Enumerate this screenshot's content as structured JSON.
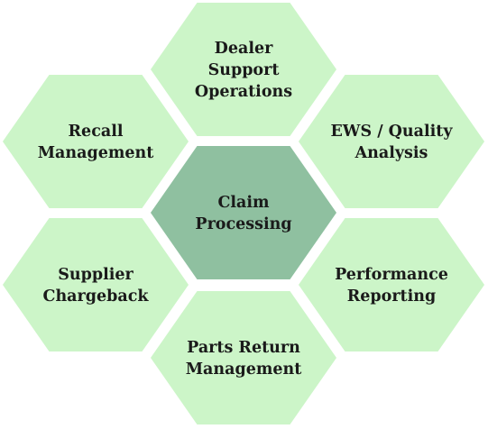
{
  "diagram": {
    "center": {
      "lines": [
        "Claim",
        "Processing"
      ]
    },
    "nodes": [
      {
        "id": "dealer-support-operations",
        "lines": [
          "Dealer",
          "Support",
          "Operations"
        ]
      },
      {
        "id": "recall-management",
        "lines": [
          "Recall",
          "Management"
        ]
      },
      {
        "id": "ews-quality-analysis",
        "lines": [
          "EWS  / Quality",
          "Analysis"
        ]
      },
      {
        "id": "supplier-chargeback",
        "lines": [
          "Supplier",
          "Chargeback"
        ]
      },
      {
        "id": "performance-reporting",
        "lines": [
          "Performance",
          "Reporting"
        ]
      },
      {
        "id": "parts-return-management",
        "lines": [
          "Parts Return",
          "Management"
        ]
      }
    ],
    "colors": {
      "outer_fill": "#ccf5c8",
      "center_fill": "#8fc0a0",
      "text": "#1a1a1a",
      "background": "#ffffff"
    }
  }
}
